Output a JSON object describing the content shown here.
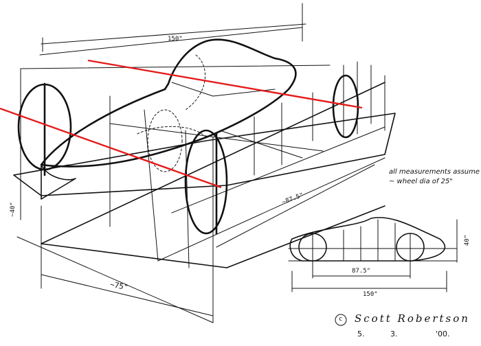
{
  "dimensions": {
    "length_top": "150\"",
    "height_left": "~40\"",
    "wheelbase": "~87.5\"",
    "width": "~75\""
  },
  "note": {
    "line1": "all measurements assume",
    "line2": "~ wheel dia of 25\""
  },
  "side_view": {
    "height": "40\"",
    "wheelbase": "87.5\"",
    "length": "150\""
  },
  "signature": {
    "copyright": "c",
    "name": "Scott Robertson",
    "date_day": "5.",
    "date_month": "3.",
    "date_year": "'00."
  },
  "colors": {
    "ink": "#111111",
    "axis_lines": "#e41b1b"
  }
}
